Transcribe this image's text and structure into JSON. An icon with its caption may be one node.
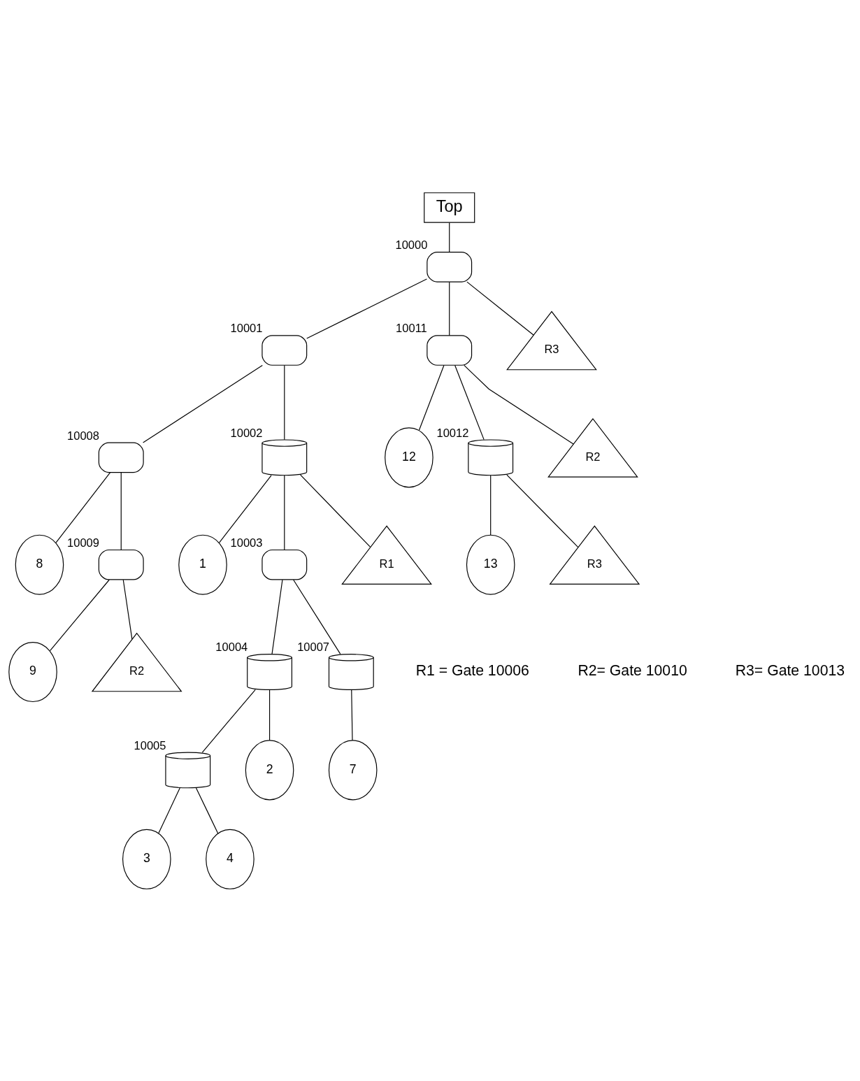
{
  "diagram": {
    "nodes": [
      {
        "text": [
          "Top"
        ]
      },
      {
        "text": [],
        "shape": "dome",
        "beside": [
          "10000"
        ]
      },
      {
        "text": [],
        "shape": "dome",
        "beside": [
          "10001"
        ]
      },
      {
        "text": [],
        "shape": "dome",
        "beside": [
          "10011"
        ]
      },
      {
        "text": [
          "R3"
        ]
      },
      {
        "text": [],
        "shape": "dome",
        "beside": [
          "10008"
        ]
      },
      {
        "text": [
          "12"
        ]
      },
      {
        "text": [],
        "shape": "cylinder",
        "beside": [
          "10012"
        ]
      },
      {
        "text": [
          "R2"
        ]
      },
      {
        "text": [
          "8"
        ]
      },
      {
        "text": [],
        "shape": "dome",
        "beside": [
          "10009"
        ]
      },
      {
        "text": [
          "13"
        ]
      },
      {
        "text": [
          "R3"
        ]
      },
      {
        "text": [
          "9"
        ]
      },
      {
        "text": [
          "R2"
        ]
      },
      {
        "text": [],
        "shape": "cylinder",
        "beside": [
          "10002"
        ]
      },
      {
        "text": [
          "1"
        ]
      },
      {
        "text": [],
        "shape": "dome",
        "beside": [
          "10003"
        ]
      },
      {
        "text": [
          "R1"
        ]
      },
      {
        "text": [],
        "shape": "cylinder",
        "beside": [
          "10004"
        ]
      },
      {
        "text": [],
        "shape": "cylinder",
        "beside": [
          "10007"
        ]
      },
      {
        "text": [],
        "shape": "cylinder",
        "beside": [
          "10005"
        ]
      },
      {
        "text": [
          "2"
        ]
      },
      {
        "text": [
          "7"
        ]
      },
      {
        "text": [
          "3"
        ]
      },
      {
        "text": [
          "4"
        ]
      }
    ],
    "edges": [
      {
        "from": 0,
        "to": 1,
        "arrow": "none"
      },
      {
        "from": 1,
        "to": 2,
        "arrow": "none"
      },
      {
        "from": 1,
        "to": 3,
        "arrow": "none"
      },
      {
        "from": 1,
        "to": 4,
        "arrow": "none"
      },
      {
        "from": 2,
        "to": 15,
        "arrow": "none"
      },
      {
        "from": 2,
        "to": 5,
        "arrow": "none"
      },
      {
        "from": 3,
        "to": 6,
        "arrow": "none"
      },
      {
        "from": 3,
        "to": 7,
        "arrow": "none"
      },
      {
        "from": 3,
        "to": 8,
        "arrow": "none"
      },
      {
        "from": 5,
        "to": 9,
        "arrow": "none"
      },
      {
        "from": 5,
        "to": 10,
        "arrow": "none"
      },
      {
        "from": 7,
        "to": 11,
        "arrow": "none"
      },
      {
        "from": 7,
        "to": 12,
        "arrow": "none"
      },
      {
        "from": 10,
        "to": 13,
        "arrow": "none"
      },
      {
        "from": 10,
        "to": 14,
        "arrow": "none"
      },
      {
        "from": 15,
        "to": 16,
        "arrow": "none"
      },
      {
        "from": 15,
        "to": 17,
        "arrow": "none"
      },
      {
        "from": 15,
        "to": 18,
        "arrow": "none"
      },
      {
        "from": 17,
        "to": 19,
        "arrow": "none"
      },
      {
        "from": 17,
        "to": 20,
        "arrow": "none"
      },
      {
        "from": 19,
        "to": 21,
        "arrow": "none"
      },
      {
        "from": 19,
        "to": 22,
        "arrow": "none"
      },
      {
        "from": 20,
        "to": 23,
        "arrow": "none"
      },
      {
        "from": 21,
        "to": 24,
        "arrow": "none"
      },
      {
        "from": 21,
        "to": 25,
        "arrow": "none"
      }
    ],
    "labels": [
      "R1 = Gate 10006",
      "R2= Gate 10010",
      "R3= Gate 10013"
    ]
  }
}
